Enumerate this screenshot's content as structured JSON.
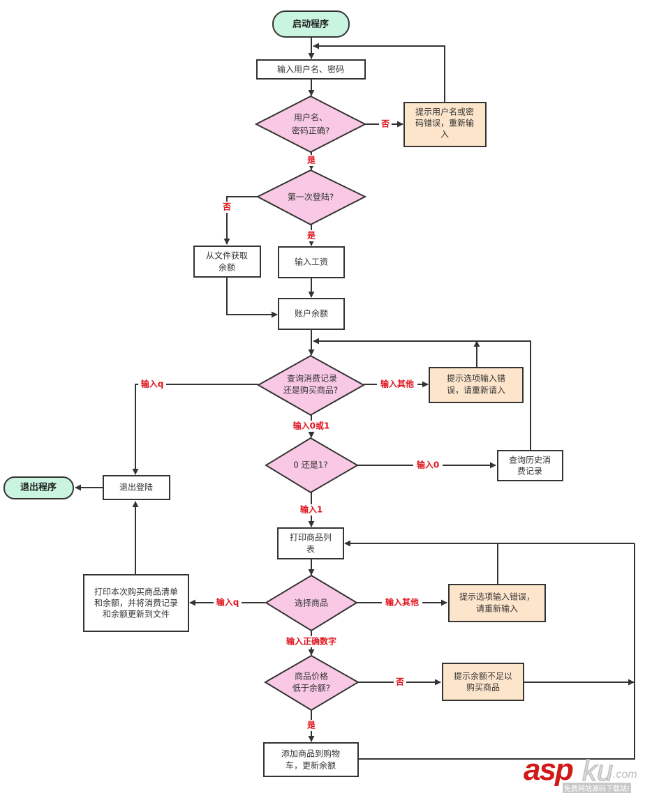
{
  "diagram": {
    "type": "flowchart",
    "colors": {
      "terminal_fill": "#c9f5e0",
      "decision_fill": "#f8c8e4",
      "process_fill": "#ffffff",
      "notice_fill": "#fde5cc",
      "stroke": "#333333",
      "edge_label": "#e0141e"
    },
    "nodes": {
      "start": {
        "kind": "terminal",
        "lines": [
          "启动程序"
        ]
      },
      "input_credentials": {
        "kind": "process",
        "lines": [
          "输入用户名、密码"
        ]
      },
      "check_credentials": {
        "kind": "decision",
        "lines": [
          "用户名、",
          "密码正确?"
        ]
      },
      "credentials_error": {
        "kind": "notice",
        "lines": [
          "提示用户名或密",
          "码错误，重新输",
          "入"
        ]
      },
      "first_login": {
        "kind": "decision",
        "lines": [
          "第一次登陆?"
        ]
      },
      "load_balance": {
        "kind": "process",
        "lines": [
          "从文件获取",
          "余额"
        ]
      },
      "input_salary": {
        "kind": "process",
        "lines": [
          "输入工资"
        ]
      },
      "account_balance": {
        "kind": "process",
        "lines": [
          "账户余额"
        ]
      },
      "query_or_buy": {
        "kind": "decision",
        "lines": [
          "查询消费记录",
          "还是购买商品?"
        ]
      },
      "option_error_1": {
        "kind": "notice",
        "lines": [
          "提示选项输入错",
          "误，请重新请入"
        ]
      },
      "zero_or_one": {
        "kind": "decision",
        "lines": [
          "0  还是1?"
        ]
      },
      "query_history": {
        "kind": "process",
        "lines": [
          "查询历史消",
          "费记录"
        ]
      },
      "logout": {
        "kind": "process",
        "lines": [
          "退出登陆"
        ]
      },
      "exit": {
        "kind": "terminal",
        "lines": [
          "退出程序"
        ]
      },
      "print_products": {
        "kind": "process",
        "lines": [
          "打印商品列",
          "表"
        ]
      },
      "select_product": {
        "kind": "decision",
        "lines": [
          "选择商品"
        ]
      },
      "option_error_2": {
        "kind": "notice",
        "lines": [
          "提示选项输入错误，",
          "请重新输入"
        ]
      },
      "print_receipt": {
        "kind": "process",
        "lines": [
          "打印本次购买商品清单",
          "和余额，并将消费记录",
          "和余额更新到文件"
        ]
      },
      "price_check": {
        "kind": "decision",
        "lines": [
          "商品价格",
          "低于余额?"
        ]
      },
      "insufficient_balance": {
        "kind": "notice",
        "lines": [
          "提示余额不足以",
          "购买商品"
        ]
      },
      "add_to_cart": {
        "kind": "process",
        "lines": [
          "添加商品到购物",
          "车，更新余额"
        ]
      }
    },
    "edge_labels": {
      "cred_no": "否",
      "cred_yes": "是",
      "first_no": "否",
      "first_yes": "是",
      "query_q": "输入q",
      "query_other": "输入其他",
      "query_01": "输入0或1",
      "choose_0": "输入0",
      "choose_1": "输入1",
      "select_q": "输入q",
      "select_other": "输入其他",
      "select_number": "输入正确数字",
      "price_no": "否",
      "price_yes": "是"
    },
    "edges": [
      [
        "start",
        "input_credentials"
      ],
      [
        "input_credentials",
        "check_credentials"
      ],
      [
        "check_credentials",
        "credentials_error",
        "cred_no"
      ],
      [
        "credentials_error",
        "input_credentials"
      ],
      [
        "check_credentials",
        "first_login",
        "cred_yes"
      ],
      [
        "first_login",
        "load_balance",
        "first_no"
      ],
      [
        "first_login",
        "input_salary",
        "first_yes"
      ],
      [
        "load_balance",
        "account_balance"
      ],
      [
        "input_salary",
        "account_balance"
      ],
      [
        "account_balance",
        "query_or_buy"
      ],
      [
        "query_or_buy",
        "option_error_1",
        "query_other"
      ],
      [
        "option_error_1",
        "query_or_buy"
      ],
      [
        "query_or_buy",
        "logout",
        "query_q"
      ],
      [
        "query_or_buy",
        "zero_or_one",
        "query_01"
      ],
      [
        "zero_or_one",
        "query_history",
        "choose_0"
      ],
      [
        "query_history",
        "query_or_buy"
      ],
      [
        "zero_or_one",
        "print_products",
        "choose_1"
      ],
      [
        "logout",
        "exit"
      ],
      [
        "print_products",
        "select_product"
      ],
      [
        "select_product",
        "option_error_2",
        "select_other"
      ],
      [
        "option_error_2",
        "print_products"
      ],
      [
        "select_product",
        "print_receipt",
        "select_q"
      ],
      [
        "print_receipt",
        "logout"
      ],
      [
        "select_product",
        "price_check",
        "select_number"
      ],
      [
        "price_check",
        "insufficient_balance",
        "price_no"
      ],
      [
        "insufficient_balance",
        "print_products"
      ],
      [
        "price_check",
        "add_to_cart",
        "price_yes"
      ],
      [
        "add_to_cart",
        "print_products"
      ]
    ]
  },
  "watermark": {
    "brand_a": "asp",
    "brand_b": "ku",
    "domain": ".com",
    "tagline": "免费网站源码下载站!"
  }
}
